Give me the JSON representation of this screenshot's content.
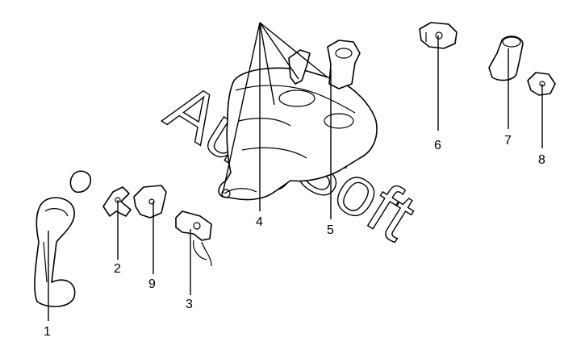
{
  "callouts": [
    {
      "id": "1",
      "label": "1"
    },
    {
      "id": "2",
      "label": "2"
    },
    {
      "id": "3",
      "label": "3"
    },
    {
      "id": "4",
      "label": "4"
    },
    {
      "id": "5",
      "label": "5"
    },
    {
      "id": "6",
      "label": "6"
    },
    {
      "id": "7",
      "label": "7"
    },
    {
      "id": "8",
      "label": "8"
    },
    {
      "id": "9",
      "label": "9"
    }
  ],
  "watermark": {
    "word1": "Auto",
    "word2": "Soft"
  }
}
